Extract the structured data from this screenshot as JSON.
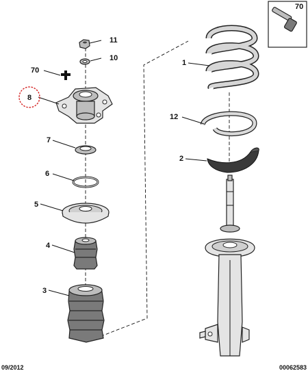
{
  "callouts": {
    "p70_box": "70",
    "p70": "70",
    "p11": "11",
    "p10": "10",
    "p8": "8",
    "p7": "7",
    "p6": "6",
    "p5": "5",
    "p4": "4",
    "p3": "3",
    "p1": "1",
    "p12": "12",
    "p2": "2"
  },
  "footer": {
    "date": "09/2012",
    "reference": "00062583"
  },
  "highlight_color": "#d42020"
}
